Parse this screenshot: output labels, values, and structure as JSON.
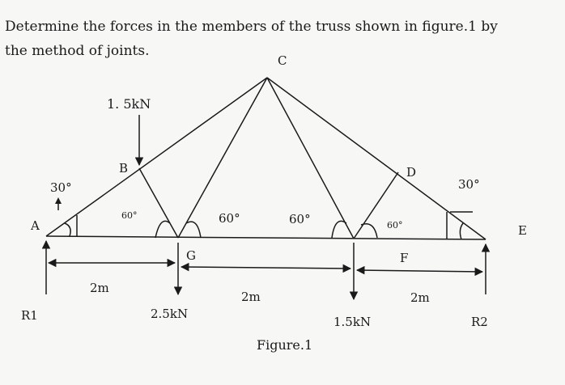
{
  "problem": {
    "line1": "Determine the forces in the members of the truss shown in figure.1 by",
    "line2": "the method of joints."
  },
  "nodes": {
    "A": "A",
    "B": "B",
    "C": "C",
    "D": "D",
    "E": "E",
    "F": "F",
    "G": "G"
  },
  "loads": {
    "at_b": "1. 5kN",
    "at_g": "2.5kN",
    "at_f": "1.5kN"
  },
  "reactions": {
    "left": "R1",
    "right": "R2"
  },
  "angles": {
    "a": "30°",
    "e": "30°",
    "b": "60°",
    "g_left": "60°",
    "f_right": "60°",
    "d": "60°"
  },
  "dimensions": {
    "span1": "2m",
    "span2": "2m",
    "span3": "2m"
  },
  "caption": "Figure.1"
}
